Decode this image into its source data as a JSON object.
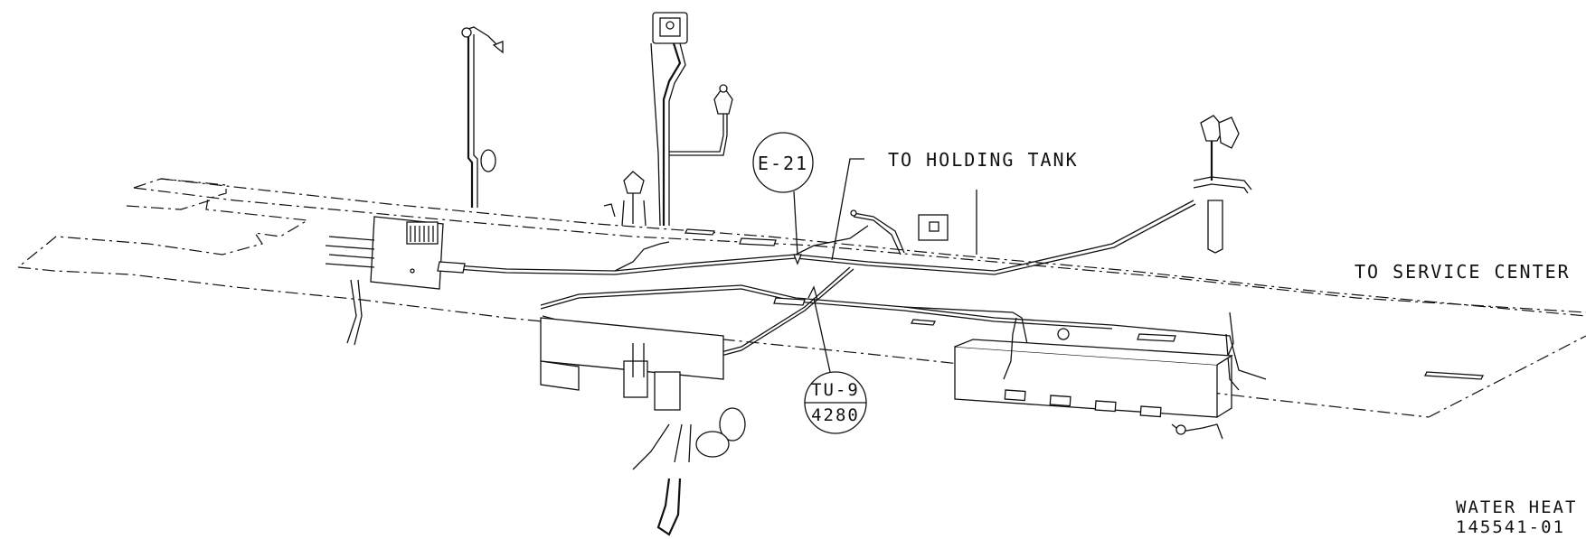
{
  "drawing": {
    "callouts": {
      "e21": "E-21",
      "tu9_top": "TU-9",
      "tu9_bottom": "4280"
    },
    "labels": {
      "to_holding_tank": "TO HOLDING TANK",
      "to_service_center": "TO SERVICE CENTER"
    },
    "title_block": {
      "line1": "WATER HEAT",
      "line2": "145541-01"
    },
    "colors": {
      "line": "#111111",
      "background": "#ffffff"
    }
  }
}
